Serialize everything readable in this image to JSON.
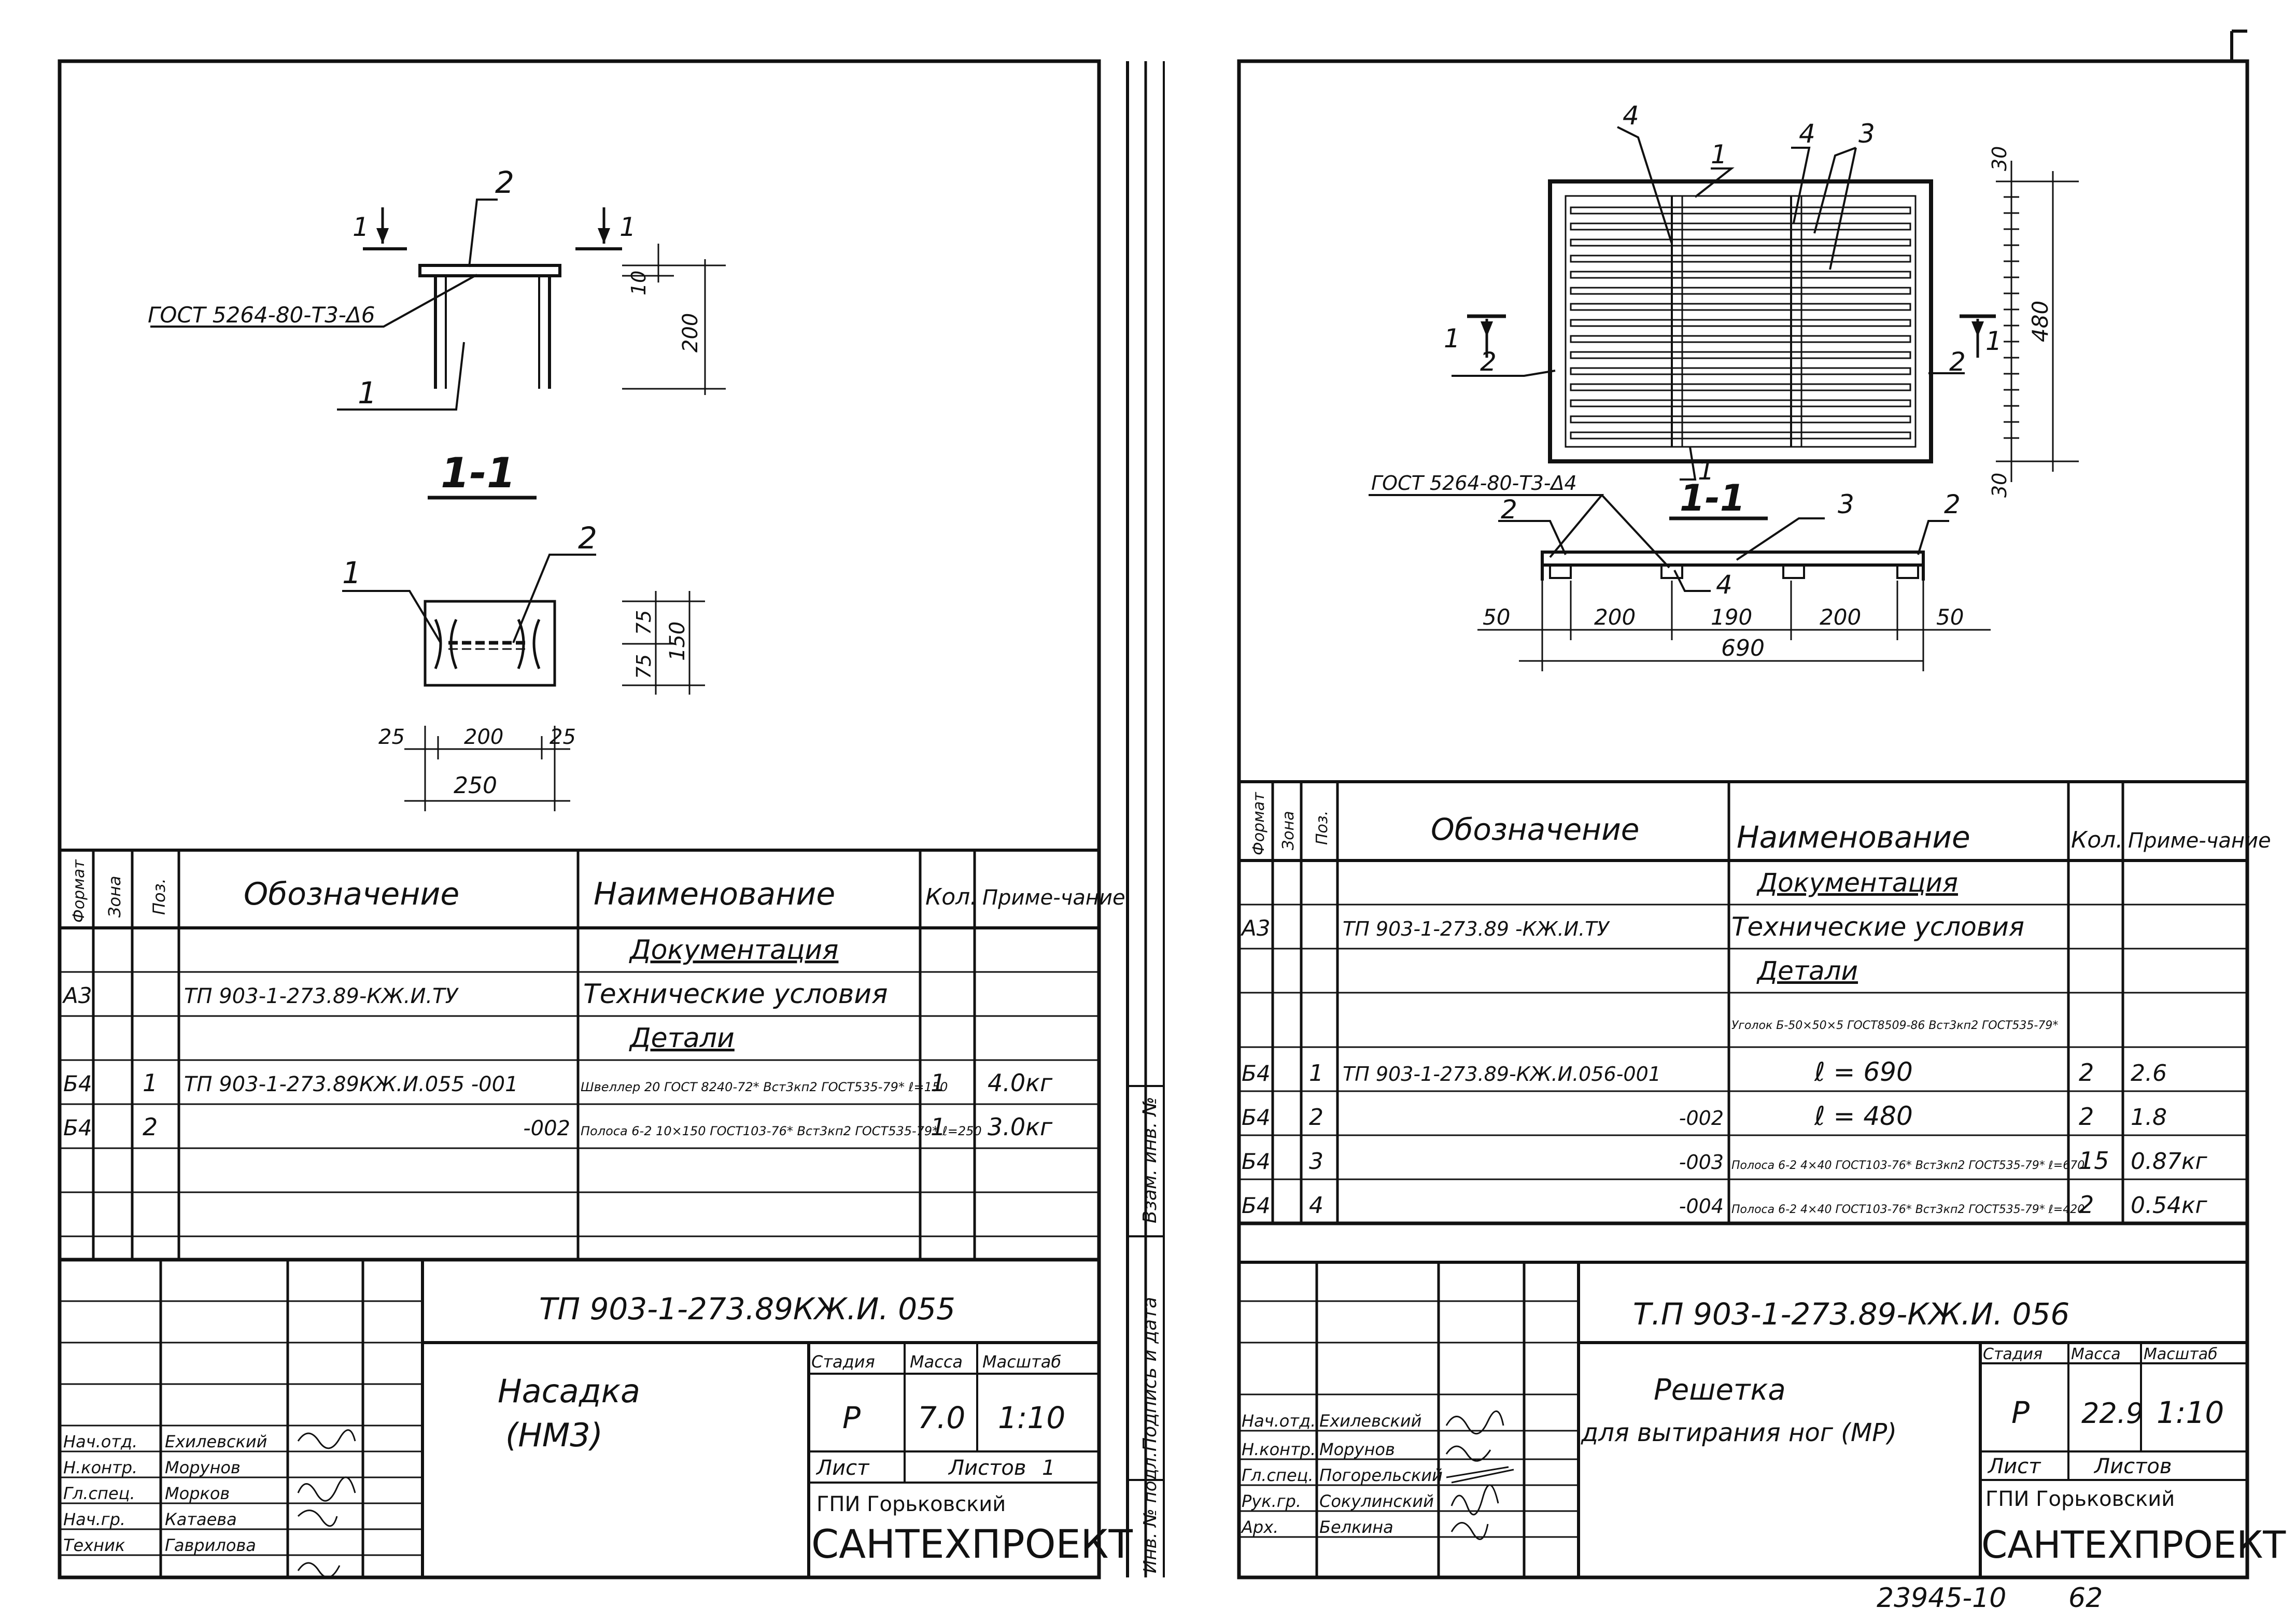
{
  "left_sheet": {
    "drawing": {
      "top_view_title": "",
      "weld_note": "ГОСТ 5264-80-Т3-Δ6",
      "section_marker": "1",
      "pos_labels": {
        "p1": "1",
        "p2": "2"
      },
      "dims_height": {
        "flange": "10",
        "total": "200"
      },
      "section_title": "1-1",
      "section_dims": {
        "top": "75",
        "bottom": "75",
        "total": "150",
        "left": "25",
        "mid": "200",
        "right": "25",
        "overall": "250"
      }
    },
    "spec": {
      "headers": {
        "format": "Формат",
        "zone": "Зона",
        "pos": "Поз.",
        "designation": "Обозначение",
        "name": "Наименование",
        "qty": "Кол.",
        "note": "Приме-чание"
      },
      "rows": [
        {
          "format": "",
          "pos": "",
          "designation": "",
          "name": "Документация",
          "qty": "",
          "note": ""
        },
        {
          "format": "А3",
          "pos": "",
          "designation": "ТП 903-1-273.89-КЖ.И.ТУ",
          "name": "Технические условия",
          "qty": "",
          "note": ""
        },
        {
          "format": "",
          "pos": "",
          "designation": "",
          "name": "Детали",
          "qty": "",
          "note": ""
        },
        {
          "format": "Б4",
          "pos": "1",
          "designation": "ТП 903-1-273.89КЖ.И.055  -001",
          "name": "Швеллер 20 ГОСТ 8240-72* Вст3кп2 ГОСТ535-79* ℓ=150",
          "qty": "1",
          "note": "4.0кг"
        },
        {
          "format": "Б4",
          "pos": "2",
          "designation": "-002",
          "name": "Полоса 6-2 10×150 ГОСТ103-76* Вст3кп2 ГОСТ535-79* ℓ=250",
          "qty": "1",
          "note": "3.0кг"
        }
      ]
    },
    "stamp": {
      "code": "ТП 903-1-273.89КЖ.И. 055",
      "title": "Насадка",
      "subtitle": "(НМ3)",
      "stage_label": "Стадия",
      "mass_label": "Масса",
      "scale_label": "Масштаб",
      "stage": "Р",
      "mass": "7.0",
      "scale": "1:10",
      "sheet_label": "Лист",
      "sheets_label": "Листов",
      "sheets": "1",
      "org1": "ГПИ Горьковский",
      "org2": "САНТЕХПРОЕКТ",
      "signers": [
        {
          "role": "Нач.отд.",
          "name": "Ехилевский"
        },
        {
          "role": "Н.контр.",
          "name": "Морунов"
        },
        {
          "role": "Гл.спец.",
          "name": "Морков"
        },
        {
          "role": "Нач.гр.",
          "name": "Катаева"
        },
        {
          "role": "Техник",
          "name": "Гаврилова"
        }
      ]
    }
  },
  "mid_strip": {
    "label1": "Взам. инв. №",
    "label2": "Подпись и дата",
    "label3": "Инв. № подл."
  },
  "right_sheet": {
    "drawing": {
      "pos_labels": {
        "p4a": "4",
        "p1a": "1",
        "p4b": "4",
        "p3": "3",
        "p2a": "2",
        "p2b": "2",
        "p1b": "1"
      },
      "section_marker": "1",
      "weld_note": "ГОСТ 5264-80-Т3-Δ4",
      "section_title": "1-1",
      "dims_side": {
        "top": "30",
        "total": "480",
        "bottom": "30"
      },
      "section_labels": {
        "p2l": "2",
        "p3": "3",
        "p2r": "2",
        "p4": "4"
      },
      "dims_bottom": {
        "d1": "50",
        "d2": "200",
        "d3": "190",
        "d4": "200",
        "d5": "50",
        "overall": "690"
      }
    },
    "spec": {
      "headers": {
        "format": "Формат",
        "zone": "Зона",
        "pos": "Поз.",
        "designation": "Обозначение",
        "name": "Наименование",
        "qty": "Кол.",
        "note": "Приме-чание"
      },
      "rows": [
        {
          "format": "",
          "pos": "",
          "designation": "",
          "name": "Документация",
          "qty": "",
          "note": ""
        },
        {
          "format": "А3",
          "pos": "",
          "designation": "ТП 903-1-273.89  -КЖ.И.ТУ",
          "name": "Технические условия",
          "qty": "",
          "note": ""
        },
        {
          "format": "",
          "pos": "",
          "designation": "",
          "name": "Детали",
          "qty": "",
          "note": ""
        },
        {
          "format": "",
          "pos": "",
          "designation": "",
          "name": "Уголок Б-50×50×5 ГОСТ8509-86 Вст3кп2 ГОСТ535-79*",
          "qty": "",
          "note": ""
        },
        {
          "format": "Б4",
          "pos": "1",
          "designation": "ТП 903-1-273.89-КЖ.И.056-001",
          "name": "ℓ = 690",
          "qty": "2",
          "note": "2.6"
        },
        {
          "format": "Б4",
          "pos": "2",
          "designation": "-002",
          "name": "ℓ = 480",
          "qty": "2",
          "note": "1.8"
        },
        {
          "format": "Б4",
          "pos": "3",
          "designation": "-003",
          "name": "Полоса 6-2 4×40 ГОСТ103-76* Вст3кп2 ГОСТ535-79* ℓ=670",
          "qty": "15",
          "note": "0.87кг"
        },
        {
          "format": "Б4",
          "pos": "4",
          "designation": "-004",
          "name": "Полоса 6-2 4×40 ГОСТ103-76* Вст3кп2 ГОСТ535-79* ℓ=420",
          "qty": "2",
          "note": "0.54кг"
        }
      ]
    },
    "stamp": {
      "code": "Т.П  903-1-273.89-КЖ.И. 056",
      "title": "Решетка",
      "subtitle": "для вытирания ног  (МР)",
      "stage_label": "Стадия",
      "mass_label": "Масса",
      "scale_label": "Масштаб",
      "stage": "Р",
      "mass": "22.9",
      "scale": "1:10",
      "sheet_label": "Лист",
      "sheets_label": "Листов",
      "org1": "ГПИ Горьковский",
      "org2": "САНТЕХПРОЕКТ",
      "signers": [
        {
          "role": "Нач.отд.",
          "name": "Ехилевский"
        },
        {
          "role": "Н.контр.",
          "name": "Морунов"
        },
        {
          "role": "Гл.спец.",
          "name": "Погорельский"
        },
        {
          "role": "Рук.гр.",
          "name": "Сокулинский"
        },
        {
          "role": "Арх.",
          "name": "Белкина"
        }
      ]
    }
  },
  "footer": {
    "archive": "23945-10",
    "page": "62"
  }
}
